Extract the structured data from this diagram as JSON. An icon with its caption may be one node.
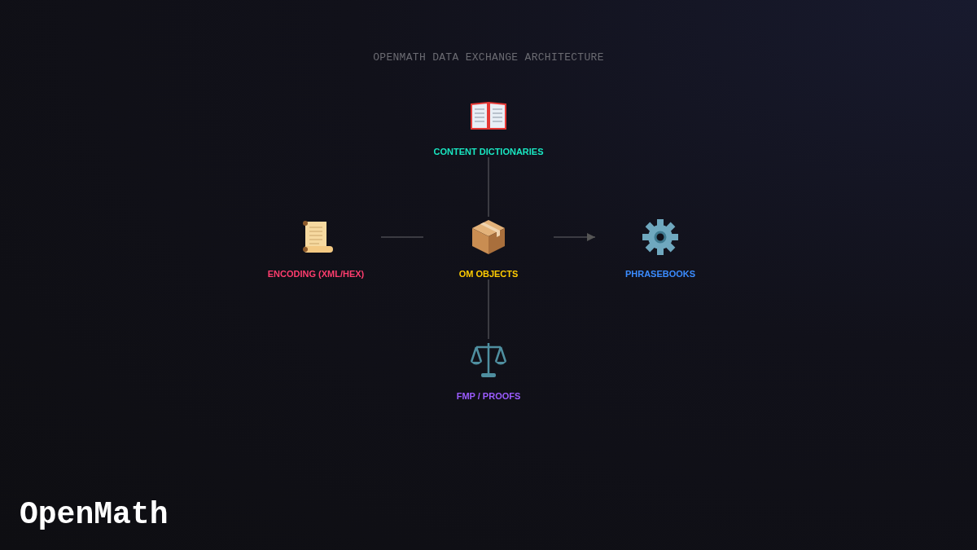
{
  "diagram": {
    "title": "OPENMATH DATA EXCHANGE ARCHITECTURE",
    "nodes": [
      {
        "text": [
          "CONTENT DICTIONARIES"
        ]
      },
      {
        "text": [
          "ENCODING (XML/HEX)"
        ]
      },
      {
        "text": [
          "OM OBJECTS"
        ]
      },
      {
        "text": [
          "PHRASEBOOKS"
        ]
      },
      {
        "text": [
          "FMP / PROOFS"
        ]
      }
    ],
    "edges": [
      {
        "from": 0,
        "to": 2,
        "arrow": "none"
      },
      {
        "from": 2,
        "to": 1,
        "arrow": "none"
      },
      {
        "from": 2,
        "to": 3,
        "arrow": "to"
      },
      {
        "from": 2,
        "to": 4,
        "arrow": "none"
      }
    ],
    "labels": [
      "OpenMath"
    ]
  }
}
